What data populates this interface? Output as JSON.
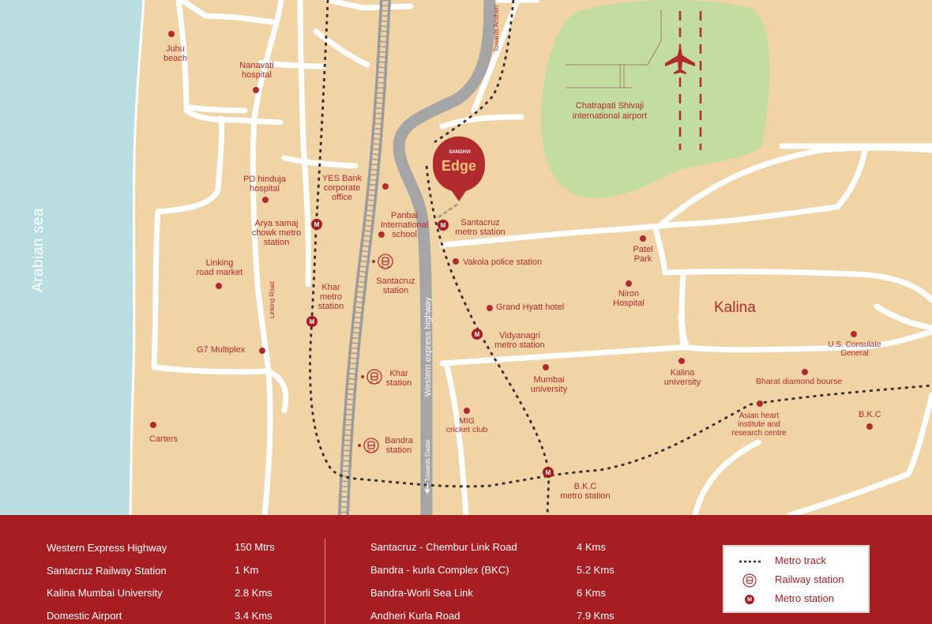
{
  "map": {
    "sea_label": "Arabian sea",
    "brand": {
      "sup": "SANGHVI",
      "name": "Edge"
    },
    "region_label": "Kalina",
    "road_labels": {
      "western_express": "Western express highway",
      "linking_road": "Linking Road",
      "towards_andheri": "Towards Andheri",
      "towards_dadar": "Towards Dadar"
    },
    "airport": "Chatrapati Shivaji\ninternational airport",
    "places": [
      {
        "id": "juhu",
        "text": "Juhu\nbeach"
      },
      {
        "id": "nanavati",
        "text": "Nanavati\nhospital"
      },
      {
        "id": "hinduja",
        "text": "PD hinduja\nhospital"
      },
      {
        "id": "yesbank",
        "text": "YES Bank\ncorporate\noffice"
      },
      {
        "id": "aryasamaj",
        "text": "Arya samaj\nchowk metro\nstation"
      },
      {
        "id": "panbai",
        "text": "Panbai\nInternational\nschool"
      },
      {
        "id": "santacruzmetro",
        "text": "Santacruz\nmetro station"
      },
      {
        "id": "patel",
        "text": "Patel\nPark"
      },
      {
        "id": "linking",
        "text": "Linking\nroad market"
      },
      {
        "id": "vakola",
        "text": "Vakola police station"
      },
      {
        "id": "santacruzstn",
        "text": "Santacruz\nstation"
      },
      {
        "id": "niron",
        "text": "Niron\nHospital"
      },
      {
        "id": "kharmetro",
        "text": "Khar\nmetro\nstation"
      },
      {
        "id": "grandhyatt",
        "text": "Grand Hyatt hotel"
      },
      {
        "id": "vidyanagri",
        "text": "Vidyanagri\nmetro station"
      },
      {
        "id": "usconsulate",
        "text": "U.S. Consulate\nGeneral"
      },
      {
        "id": "g7",
        "text": "G7 Multiplex"
      },
      {
        "id": "kharstn",
        "text": "Khar\nstation"
      },
      {
        "id": "mumbaiuni",
        "text": "Mumbai\nuniversity"
      },
      {
        "id": "kalinauni",
        "text": "Kalina\nuniversity"
      },
      {
        "id": "bharat",
        "text": "Bharat diamond bourse"
      },
      {
        "id": "mig",
        "text": "MIG\ncricket club"
      },
      {
        "id": "asianheart",
        "text": "Asian heart\ninstitute and\nresearch centre"
      },
      {
        "id": "bkc",
        "text": "B.K.C"
      },
      {
        "id": "carters",
        "text": "Carters"
      },
      {
        "id": "bandrastn",
        "text": "Bandra\nstation"
      },
      {
        "id": "bkcmetro",
        "text": "B.K.C\nmetro station"
      }
    ]
  },
  "distances": {
    "left": [
      {
        "place": "Western Express Highway",
        "dist": "150 Mtrs"
      },
      {
        "place": "Santacruz Railway Station",
        "dist": "1 Km"
      },
      {
        "place": "Kalina Mumbai University",
        "dist": "2.8 Kms"
      },
      {
        "place": "Domestic Airport",
        "dist": "3.4 Kms"
      }
    ],
    "right": [
      {
        "place": "Santacruz - Chembur Link Road",
        "dist": "4 Kms"
      },
      {
        "place": "Bandra - kurla Complex (BKC)",
        "dist": "5.2 Kms"
      },
      {
        "place": "Bandra-Worli Sea Link",
        "dist": "6 Kms"
      },
      {
        "place": "Andheri Kurla Road",
        "dist": "7.9 Kms"
      }
    ]
  },
  "legend": {
    "metro_track": "Metro track",
    "railway_station": "Railway station",
    "metro_station": "Metro station"
  },
  "colors": {
    "accent": "#a61e22",
    "land": "#f1d4a6",
    "sea": "#b9dde0",
    "park": "#c3dca0",
    "road": "#ffffff",
    "highway": "#a5a5a5"
  }
}
